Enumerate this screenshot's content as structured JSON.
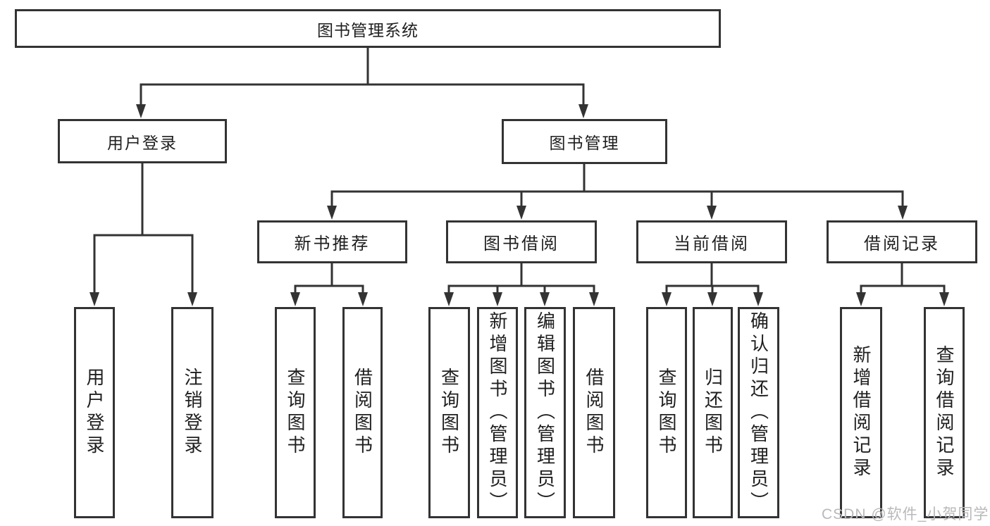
{
  "tree": {
    "root": "图书管理系统",
    "branches": [
      {
        "label": "用户登录",
        "children": [
          "用户登录",
          "注销登录"
        ]
      },
      {
        "label": "图书管理",
        "groups": [
          {
            "label": "新书推荐",
            "children": [
              "查询图书",
              "借阅图书"
            ]
          },
          {
            "label": "图书借阅",
            "children": [
              "查询图书",
              "新增图书（管理员）",
              "编辑图书（管理员）",
              "借阅图书"
            ]
          },
          {
            "label": "当前借阅",
            "children": [
              "查询图书",
              "归还图书",
              "确认归还（管理员）"
            ]
          },
          {
            "label": "借阅记录",
            "children": [
              "新增借阅记录",
              "查询借阅记录"
            ]
          }
        ]
      }
    ]
  },
  "watermark": "CSDN @软件_小贺同学",
  "colors": {
    "line": "#333333",
    "text": "#1f1f1f",
    "watermark": "#b9b9b9",
    "background": "#ffffff"
  }
}
